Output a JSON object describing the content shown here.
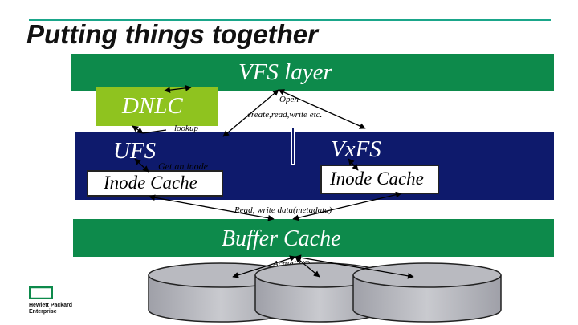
{
  "title": "Putting things together",
  "vfs_layer": "VFS layer",
  "dnlc": "DNLC",
  "ufs": "UFS",
  "vxfs": "VxFS",
  "ufs_inode_cache": "Inode Cache",
  "vxfs_inode_cache": "Inode Cache",
  "buffer_cache": "Buffer Cache",
  "lookup": "lookup",
  "get_an_inode": "Get an inode",
  "open_line1": "Open",
  "open_line2": "create,read,write etc.",
  "read_write": "Read, write data(metadata)",
  "actual_io": "Actual I/O",
  "logo_line1": "Hewlett Packard",
  "logo_line2": "Enterprise",
  "colors": {
    "accent_line": "#1aa68a",
    "vfs_bar": "#0d8a4b",
    "fs_panel": "#0e1a6c",
    "dnlc_box": "#8fc31f",
    "disk": "#b9bac0"
  }
}
